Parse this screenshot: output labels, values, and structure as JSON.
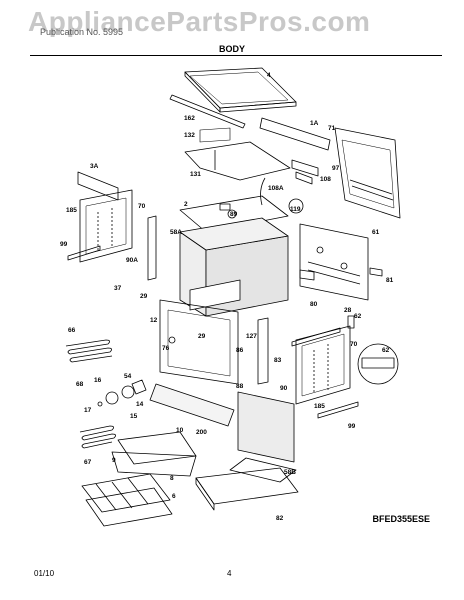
{
  "watermark": "AppliancePartsPros.com",
  "publication": "Publication No. 5995",
  "section_title": "BODY",
  "model_number": "BFED355ESE",
  "footer": {
    "date": "01/10",
    "page": "4"
  },
  "callouts": [
    "4",
    "162",
    "1A",
    "132",
    "71",
    "131",
    "97",
    "108",
    "3A",
    "108A",
    "2",
    "89",
    "119",
    "185",
    "70",
    "58A",
    "61",
    "99",
    "90A",
    "29",
    "37",
    "80",
    "81",
    "12",
    "28",
    "62",
    "66",
    "29",
    "127",
    "76",
    "86",
    "70",
    "16",
    "54",
    "14",
    "68",
    "15",
    "88",
    "83",
    "90",
    "62",
    "17",
    "200",
    "185",
    "99",
    "10",
    "67",
    "9",
    "58B",
    "8",
    "6",
    "82"
  ]
}
